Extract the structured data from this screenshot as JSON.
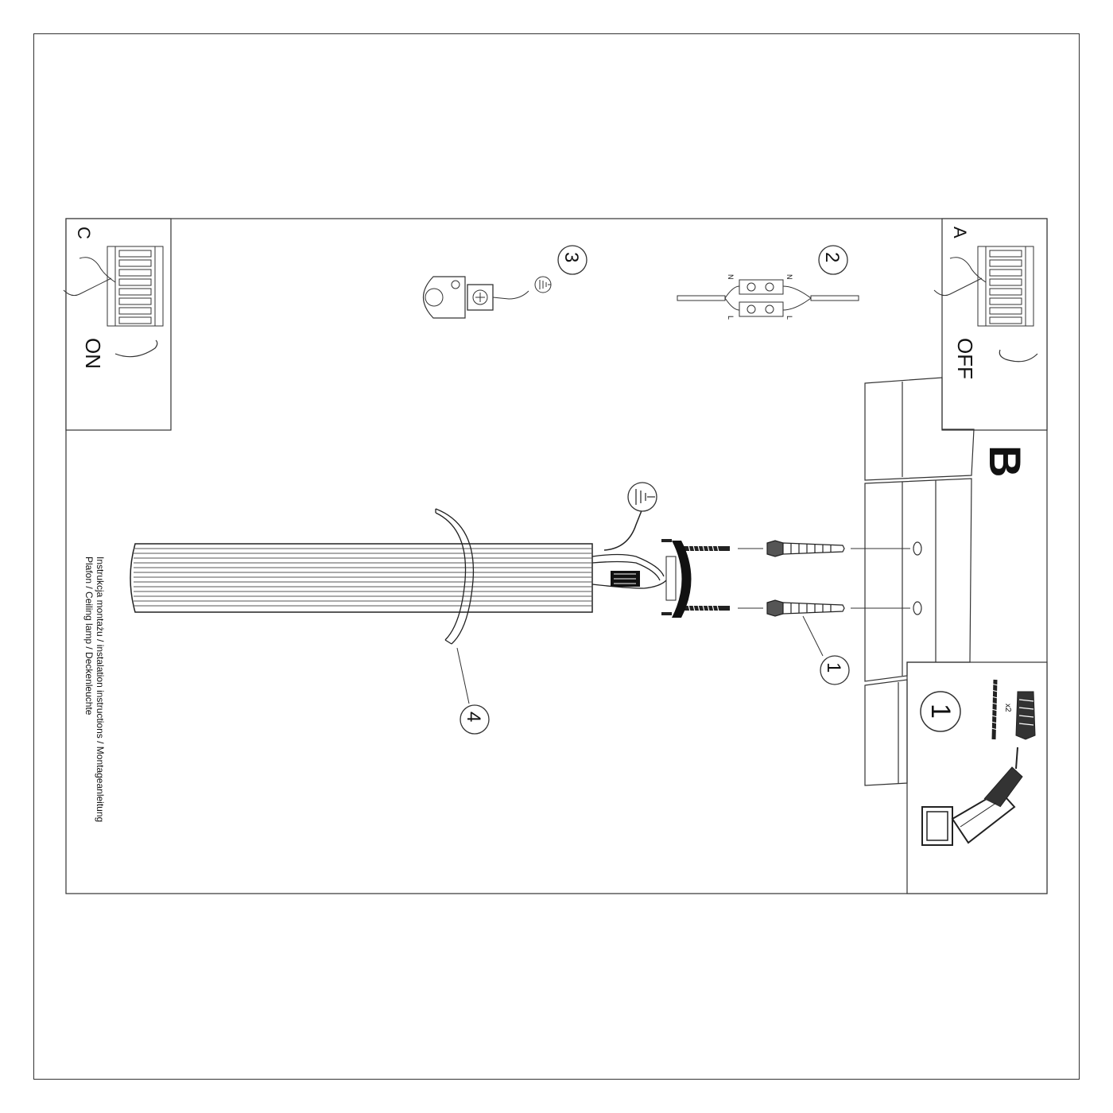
{
  "panels": {
    "a": {
      "letter": "A",
      "label": "OFF"
    },
    "b": {
      "letter": "B"
    },
    "c": {
      "letter": "C",
      "label": "ON"
    }
  },
  "steps": {
    "s1": "1",
    "s2": "2",
    "s3": "3",
    "s4": "4",
    "tools_step": "1",
    "tools_qty": "x2"
  },
  "connector": {
    "n_left": "N",
    "n_right": "N",
    "l_left": "L",
    "l_right": "L"
  },
  "caption": {
    "line1": "Instrukcja montażu / instalation instructions / Montageanleitung",
    "line2": "Plafon / Ceiling lamp / Deckenleuchte"
  },
  "colors": {
    "line": "#222222",
    "fill": "#ffffff",
    "dark": "#111111"
  }
}
